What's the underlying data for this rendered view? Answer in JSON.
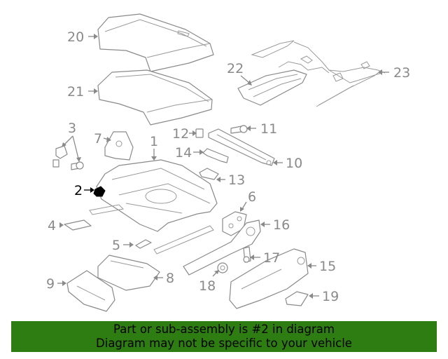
{
  "callouts": {
    "c1": "1",
    "c2": "2",
    "c3": "3",
    "c4": "4",
    "c5": "5",
    "c6": "6",
    "c7": "7",
    "c8": "8",
    "c9": "9",
    "c10": "10",
    "c11": "11",
    "c12": "12",
    "c13": "13",
    "c14": "14",
    "c15": "15",
    "c16": "16",
    "c17": "17",
    "c18": "18",
    "c19": "19",
    "c20": "20",
    "c21": "21",
    "c22": "22",
    "c23": "23"
  },
  "highlighted_part": "2",
  "colors": {
    "banner": "#2e7d12",
    "highlight": "#000000",
    "line": "#8a8a8a"
  },
  "banner": {
    "line1": "Part or sub-assembly is #2 in diagram",
    "line2": "Diagram may not be specific to your vehicle"
  }
}
